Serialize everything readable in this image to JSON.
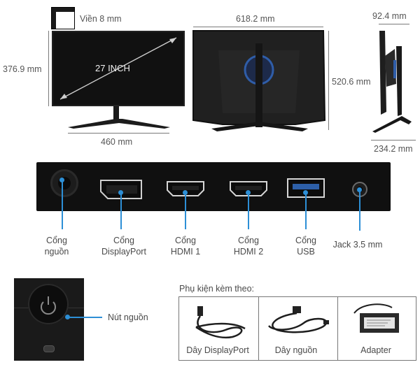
{
  "dimensions": {
    "bezel": "Viền 8 mm",
    "width_total": "618.2 mm",
    "height_left": "376.9 mm",
    "diagonal": "27 INCH",
    "height_back": "520.6 mm",
    "depth_top": "92.4 mm",
    "stand_width": "460 mm",
    "stand_depth": "234.2 mm"
  },
  "ports": [
    {
      "label": "Cổng\nnguồn"
    },
    {
      "label": "Cổng\nDisplayPort"
    },
    {
      "label": "Cổng\nHDMI 1"
    },
    {
      "label": "Cổng\nHDMI 2"
    },
    {
      "label": "Cổng\nUSB"
    },
    {
      "label": "Jack 3.5 mm"
    }
  ],
  "power_button": {
    "label": "Nút nguồn"
  },
  "accessories": {
    "title": "Phụ kiện kèm theo:",
    "items": [
      {
        "label": "Dây DisplayPort"
      },
      {
        "label": "Dây nguồn"
      },
      {
        "label": "Adapter"
      }
    ]
  },
  "colors": {
    "accent": "#2d8fd6",
    "panel": "#111111"
  }
}
